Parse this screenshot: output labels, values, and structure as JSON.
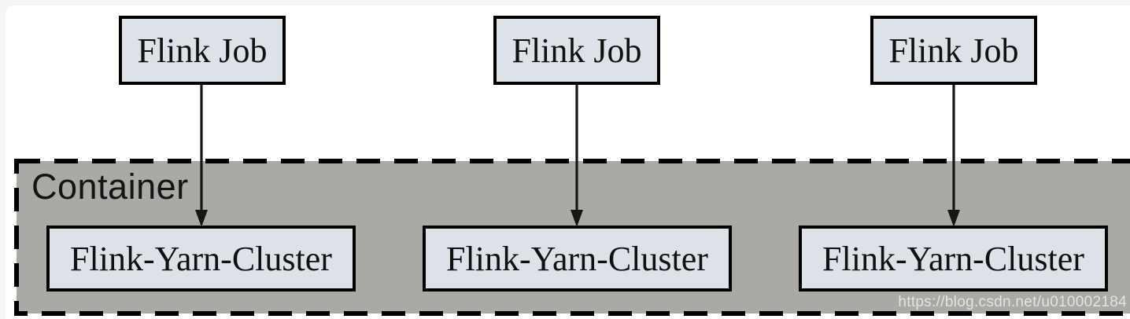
{
  "diagram": {
    "type": "flow",
    "container_label": "Container",
    "top_nodes": [
      {
        "label": "Flink Job"
      },
      {
        "label": "Flink Job"
      },
      {
        "label": "Flink Job"
      }
    ],
    "bottom_nodes": [
      {
        "label": "Flink-Yarn-Cluster"
      },
      {
        "label": "Flink-Yarn-Cluster"
      },
      {
        "label": "Flink-Yarn-Cluster"
      }
    ],
    "edges": [
      {
        "from": "top_nodes.0",
        "to": "bottom_nodes.0",
        "style": "arrow-down"
      },
      {
        "from": "top_nodes.1",
        "to": "bottom_nodes.1",
        "style": "arrow-down"
      },
      {
        "from": "top_nodes.2",
        "to": "bottom_nodes.2",
        "style": "arrow-down"
      }
    ],
    "colors": {
      "node_fill": "#dde1e8",
      "node_border": "#000000",
      "container_fill": "#aba9a6",
      "container_border": "#000000",
      "arrow": "#161616",
      "watermark_text": "#d5d5d5",
      "page_edge": "#f5f5f6"
    },
    "watermark": "https://blog.csdn.net/u010002184"
  }
}
